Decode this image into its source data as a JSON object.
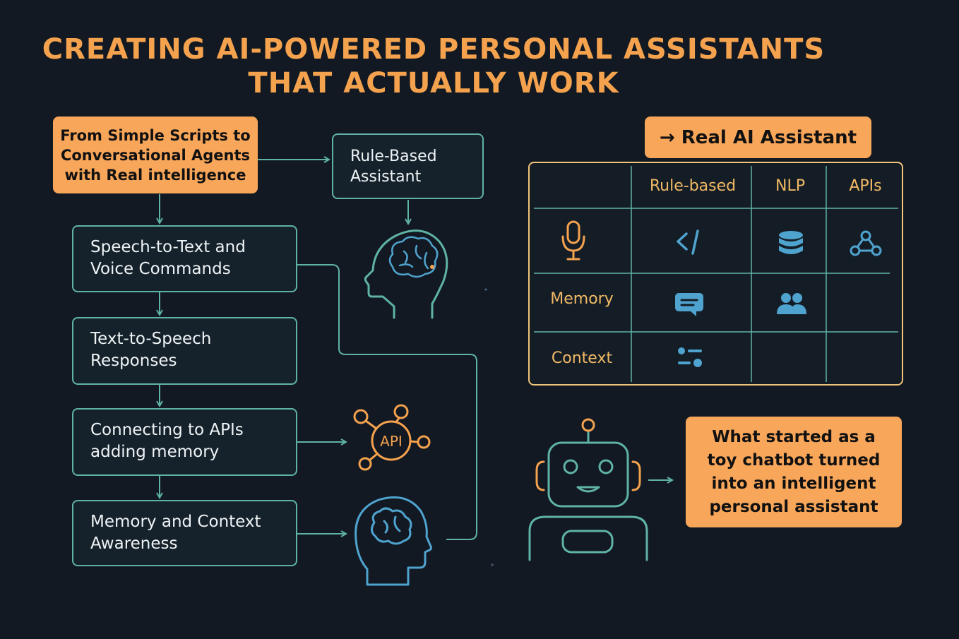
{
  "title": {
    "line1": "CREATING AI-POWERED PERSONAL ASSISTANTS",
    "line2": "THAT ACTUALLY WORK"
  },
  "intro_box": {
    "line1": "From Simple Scripts to",
    "line2": "Conversational Agents",
    "line3": "with Real intelligence"
  },
  "rule_box": {
    "line1": "Rule-Based",
    "line2": "Assistant"
  },
  "steps": [
    {
      "line1": "Speech-to-Text and",
      "line2": "Voice Commands"
    },
    {
      "line1": "Text-to-Speech",
      "line2": "Responses"
    },
    {
      "line1": "Connecting to APIs",
      "line2": "adding memory"
    },
    {
      "line1": "Memory and Context",
      "line2": "Awareness"
    }
  ],
  "api_label": "API",
  "real_ai": {
    "label": "→ Real AI Assistant"
  },
  "table": {
    "columns": [
      "Rule-based",
      "NLP",
      "APIs"
    ],
    "rows": [
      "Memory",
      "Context"
    ],
    "icons": {
      "row0": [
        "microphone-icon",
        "code-icon",
        "database-icon",
        "share-nodes-icon"
      ],
      "memory": [
        "chat-bubble-icon",
        "users-icon"
      ],
      "context": [
        "sliders-icon"
      ]
    }
  },
  "summary": {
    "line1": "What started as a",
    "line2": "toy chatbot turned",
    "line3": "into an intelligent",
    "line4": "personal assistant"
  },
  "colors": {
    "background": "#121922",
    "title": "#f4a24e",
    "accent_orange": "#f8a65a",
    "teal": "#5fb3a6",
    "blue": "#4fa3cf",
    "table_border": "#f1c47a"
  }
}
